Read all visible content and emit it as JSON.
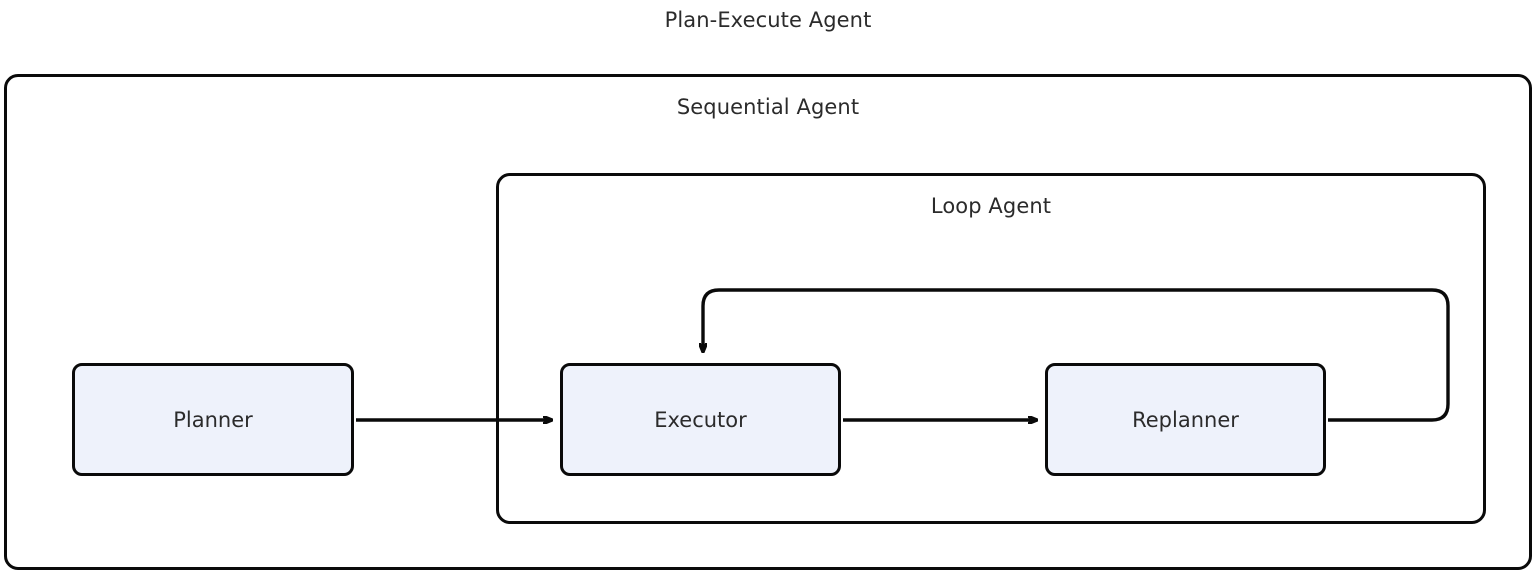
{
  "diagram": {
    "title": "Plan-Execute Agent",
    "type": "flowchart",
    "background_color": "#ffffff",
    "node_fill_color": "#eef2fb",
    "stroke_color": "#0a0a0a",
    "text_color": "#2b2b2b",
    "containers": [
      {
        "id": "sequential-agent",
        "label": "Sequential Agent"
      },
      {
        "id": "loop-agent",
        "label": "Loop Agent"
      }
    ],
    "nodes": [
      {
        "id": "planner",
        "label": "Planner"
      },
      {
        "id": "executor",
        "label": "Executor"
      },
      {
        "id": "replanner",
        "label": "Replanner"
      }
    ],
    "edges": [
      {
        "id": "planner-to-executor",
        "from": "Planner",
        "to": "Executor",
        "arrow": "single"
      },
      {
        "id": "executor-to-replanner",
        "from": "Executor",
        "to": "Replanner",
        "arrow": "single"
      },
      {
        "id": "replanner-to-executor-loop",
        "from": "Replanner",
        "to": "Executor",
        "arrow": "single"
      }
    ]
  }
}
